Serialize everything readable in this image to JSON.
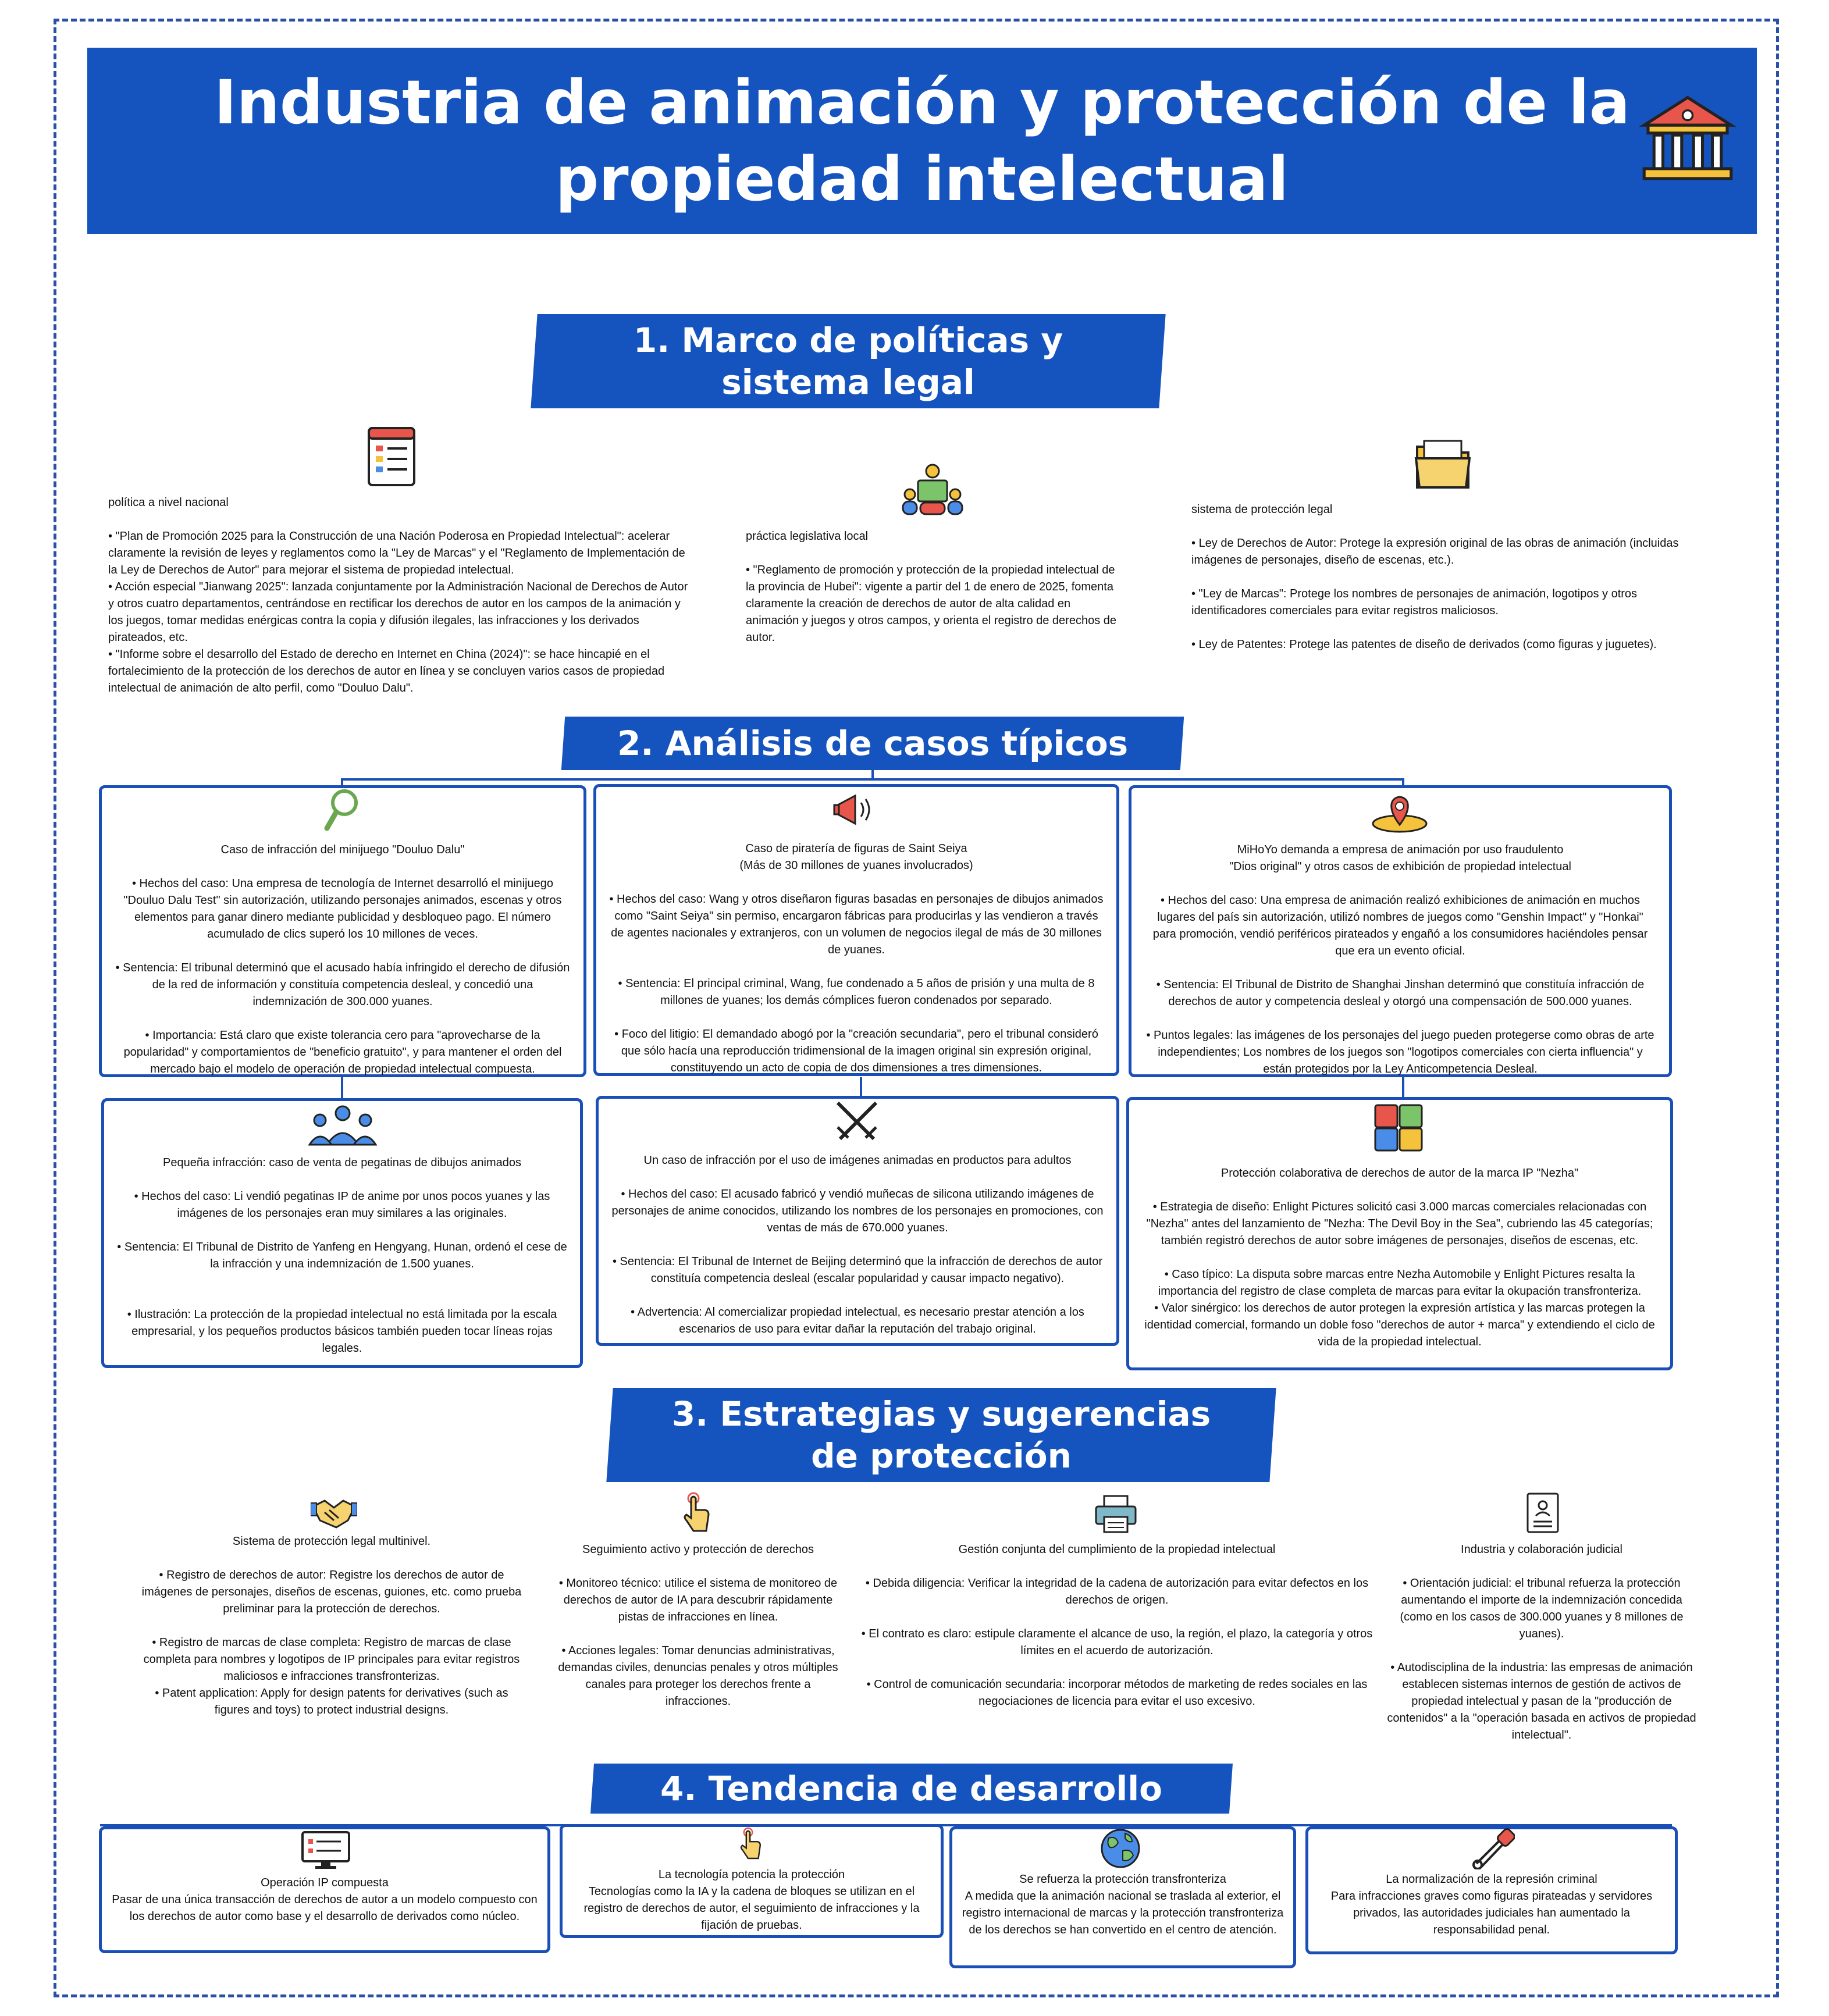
{
  "title": "Industria de animación y protección de la propiedad intelectual",
  "icons": [
    "bank-icon",
    "checklist-icon",
    "meeting-icon",
    "folder-icon",
    "magnifier-icon",
    "megaphone-icon",
    "location-pin-icon",
    "group-icon",
    "crossed-swords-icon",
    "puzzle-icon",
    "handshake-icon",
    "touch-icon",
    "printer-icon",
    "document-icon",
    "monitor-icon",
    "touch-icon",
    "globe-icon",
    "safety-pin-icon"
  ],
  "colors": {
    "accent": "#1554bf",
    "border": "#1a4fb8"
  },
  "section1": {
    "title": "1. Marco de políticas y sistema legal",
    "col1_head": "política a nivel nacional",
    "col1_body": "• \"Plan de Promoción 2025 para la Construcción de una Nación Poderosa en Propiedad Intelectual\": acelerar claramente la revisión de leyes y reglamentos como la \"Ley de Marcas\" y el \"Reglamento de Implementación de la Ley de Derechos de Autor\" para mejorar el sistema de propiedad intelectual.\n• Acción especial \"Jianwang 2025\": lanzada conjuntamente por la Administración Nacional de Derechos de Autor y otros cuatro departamentos, centrándose en rectificar los derechos de autor en los campos de la animación y los juegos, tomar medidas enérgicas contra la copia y difusión ilegales, las infracciones y los derivados pirateados, etc.\n• \"Informe sobre el desarrollo del Estado de derecho en Internet en China (2024)\": se hace hincapié en el fortalecimiento de la protección de los derechos de autor en línea y se concluyen varios casos de propiedad intelectual de animación de alto perfil, como \"Douluo Dalu\".",
    "col2_head": "práctica legislativa local",
    "col2_body": "• \"Reglamento de promoción y protección de la propiedad intelectual de la provincia de Hubei\": vigente a partir del 1 de enero de 2025, fomenta claramente la creación de derechos de autor de alta calidad en animación y juegos y otros campos, y orienta el registro de derechos de autor.",
    "col3_head": "sistema de protección legal",
    "col3_body": "• Ley de Derechos de Autor: Protege la expresión original de las obras de animación (incluidas imágenes de personajes, diseño de escenas, etc.).\n\n• \"Ley de Marcas\": Protege los nombres de personajes de animación, logotipos y otros identificadores comerciales para evitar registros maliciosos.\n\n• Ley de Patentes: Protege las patentes de diseño de derivados (como figuras y juguetes)."
  },
  "section2": {
    "title": "2. Análisis de casos típicos",
    "cases": [
      {
        "head": "Caso de infracción del minijuego \"Douluo Dalu\"",
        "body": "• Hechos del caso: Una empresa de tecnología de Internet desarrolló el minijuego \"Douluo Dalu Test\" sin autorización, utilizando personajes animados, escenas y otros elementos para ganar dinero mediante publicidad y desbloqueo pago. El número acumulado de clics superó los 10 millones de veces.\n\n• Sentencia: El tribunal determinó que el acusado había infringido el derecho de difusión de la red de información y constituía competencia desleal, y concedió una indemnización de 300.000 yuanes.\n\n• Importancia: Está claro que existe tolerancia cero para \"aprovecharse de la popularidad\" y comportamientos de \"beneficio gratuito\", y para mantener el orden del mercado bajo el modelo de operación de propiedad intelectual compuesta."
      },
      {
        "head": "Caso de piratería de figuras de Saint Seiya\n(Más de 30 millones de yuanes involucrados)",
        "body": "• Hechos del caso: Wang y otros diseñaron figuras basadas en personajes de dibujos animados como \"Saint Seiya\" sin permiso, encargaron fábricas para producirlas y las vendieron a través de agentes nacionales y extranjeros, con un volumen de negocios ilegal de más de 30 millones de yuanes.\n\n• Sentencia: El principal criminal, Wang, fue condenado a 5 años de prisión y una multa de 8 millones de yuanes; los demás cómplices fueron condenados por separado.\n\n• Foco del litigio: El demandado abogó por la \"creación secundaria\", pero el tribunal consideró que sólo hacía una reproducción tridimensional de la imagen original sin expresión original, constituyendo un acto de copia de dos dimensiones a tres dimensiones."
      },
      {
        "head": "MiHoYo demanda a empresa de animación por uso fraudulento\n\"Dios original\" y otros casos de exhibición de propiedad intelectual",
        "body": "• Hechos del caso: Una empresa de animación realizó exhibiciones de animación en muchos lugares del país sin autorización, utilizó nombres de juegos como \"Genshin Impact\" y \"Honkai\" para promoción, vendió periféricos pirateados y engañó a los consumidores haciéndoles pensar que era un evento oficial.\n\n• Sentencia: El Tribunal de Distrito de Shanghai Jinshan determinó que constituía infracción de derechos de autor y competencia desleal y otorgó una compensación de 500.000 yuanes.\n\n• Puntos legales: las imágenes de los personajes del juego pueden protegerse como obras de arte independientes; Los nombres de los juegos son \"logotipos comerciales con cierta influencia\" y están protegidos por la Ley Anticompetencia Desleal."
      },
      {
        "head": "Pequeña infracción: caso de venta de pegatinas de dibujos animados",
        "body": "• Hechos del caso: Li vendió pegatinas IP de anime por unos pocos yuanes y las imágenes de los personajes eran muy similares a las originales.\n\n• Sentencia: El Tribunal de Distrito de Yanfeng en Hengyang, Hunan, ordenó el cese de la infracción y una indemnización de 1.500 yuanes.\n\n\n• Ilustración: La protección de la propiedad intelectual no está limitada por la escala empresarial, y los pequeños productos básicos también pueden tocar líneas rojas legales."
      },
      {
        "head": "Un caso de infracción por el uso de imágenes animadas en productos para adultos",
        "body": "• Hechos del caso: El acusado fabricó y vendió muñecas de silicona utilizando imágenes de personajes de anime conocidos, utilizando los nombres de los personajes en promociones, con ventas de más de 670.000 yuanes.\n\n• Sentencia: El Tribunal de Internet de Beijing determinó que la infracción de derechos de autor constituía competencia desleal (escalar popularidad y causar impacto negativo).\n\n• Advertencia: Al comercializar propiedad intelectual, es necesario prestar atención a los escenarios de uso para evitar dañar la reputación del trabajo original."
      },
      {
        "head": "Protección colaborativa de derechos de autor de la marca IP \"Nezha\"",
        "body": "• Estrategia de diseño: Enlight Pictures solicitó casi 3.000 marcas comerciales relacionadas con \"Nezha\" antes del lanzamiento de \"Nezha: The Devil Boy in the Sea\", cubriendo las 45 categorías; también registró derechos de autor sobre imágenes de personajes, diseños de escenas, etc.\n\n• Caso típico: La disputa sobre marcas entre Nezha Automobile y Enlight Pictures resalta la importancia del registro de clase completa de marcas para evitar la okupación transfronteriza.\n• Valor sinérgico: los derechos de autor protegen la expresión artística y las marcas protegen la identidad comercial, formando un doble foso \"derechos de autor + marca\" y extendiendo el ciclo de vida de la propiedad intelectual."
      }
    ]
  },
  "section3": {
    "title": "3. Estrategias y sugerencias de protección",
    "cols": [
      {
        "head": "Sistema de protección legal multinivel.",
        "body": "• Registro de derechos de autor: Registre los derechos de autor de imágenes de personajes, diseños de escenas, guiones, etc. como prueba preliminar para la protección de derechos.\n\n• Registro de marcas de clase completa: Registro de marcas de clase completa para nombres y logotipos de IP principales para evitar registros maliciosos e infracciones transfronterizas.\n• Patent application: Apply for design patents for derivatives (such as figures and toys) to protect industrial designs."
      },
      {
        "head": "Seguimiento activo y protección de derechos",
        "body": "• Monitoreo técnico: utilice el sistema de monitoreo de derechos de autor de IA para descubrir rápidamente pistas de infracciones en línea.\n\n• Acciones legales: Tomar denuncias administrativas, demandas civiles, denuncias penales y otros múltiples canales para proteger los derechos frente a infracciones."
      },
      {
        "head": "Gestión conjunta del cumplimiento de la propiedad intelectual",
        "body": "• Debida diligencia: Verificar la integridad de la cadena de autorización para evitar defectos en los derechos de origen.\n\n• El contrato es claro: estipule claramente el alcance de uso, la región, el plazo, la categoría y otros límites en el acuerdo de autorización.\n\n• Control de comunicación secundaria: incorporar métodos de marketing de redes sociales en las negociaciones de licencia para evitar el uso excesivo."
      },
      {
        "head": "Industria y colaboración judicial",
        "body": "• Orientación judicial: el tribunal refuerza la protección aumentando el importe de la indemnización concedida (como en los casos de 300.000 yuanes y 8 millones de yuanes).\n\n• Autodisciplina de la industria: las empresas de animación establecen sistemas internos de gestión de activos de propiedad intelectual y pasan de la \"producción de contenidos\" a la \"operación basada en activos de propiedad intelectual\"."
      }
    ]
  },
  "section4": {
    "title": "4. Tendencia de desarrollo",
    "cards": [
      {
        "head": "Operación IP compuesta",
        "body": "Pasar de una única transacción de derechos de autor a un modelo compuesto con los derechos de autor como base y el desarrollo de derivados como núcleo."
      },
      {
        "head": "La tecnología potencia la protección",
        "body": "Tecnologías como la IA y la cadena de bloques se utilizan en el registro de derechos de autor, el seguimiento de infracciones y la fijación de pruebas."
      },
      {
        "head": "Se refuerza la protección transfronteriza",
        "body": "A medida que la animación nacional se traslada al exterior, el registro internacional de marcas y la protección transfronteriza de los derechos se han convertido en el centro de atención."
      },
      {
        "head": "La normalización de la represión criminal",
        "body": "Para infracciones graves como figuras pirateadas y servidores privados, las autoridades judiciales han aumentado la responsabilidad penal."
      }
    ]
  }
}
